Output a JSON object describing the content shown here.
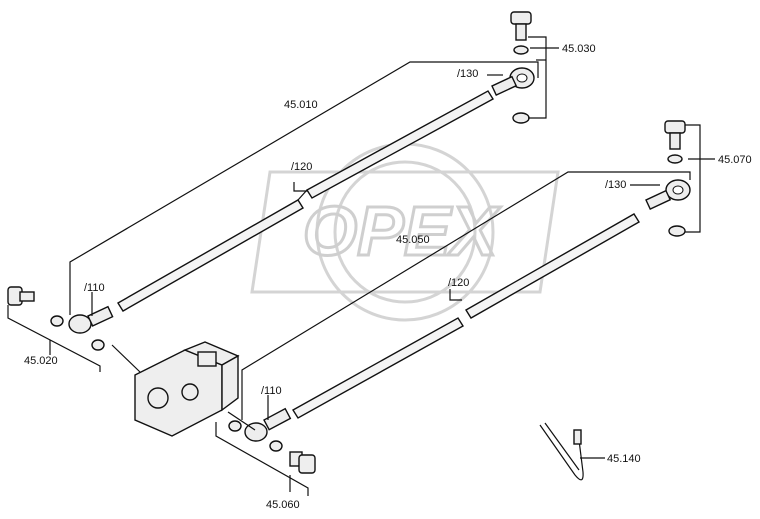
{
  "watermark": {
    "text": "OPEX"
  },
  "labels": {
    "l_45_010": "45.010",
    "l_45_020": "45.020",
    "l_45_030": "45.030",
    "l_45_050": "45.050",
    "l_45_060": "45.060",
    "l_45_070": "45.070",
    "l_45_140": "45.140",
    "l_110_a": "/110",
    "l_110_b": "/110",
    "l_120_a": "/120",
    "l_120_b": "/120",
    "l_130_a": "/130",
    "l_130_b": "/130"
  }
}
